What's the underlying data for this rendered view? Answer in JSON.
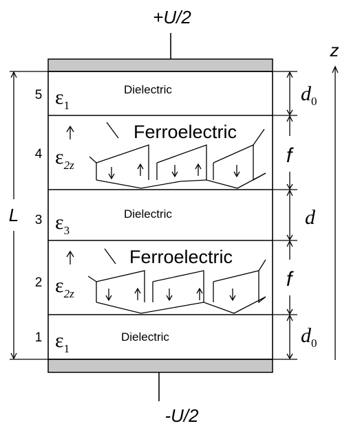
{
  "voltage_top": "+U/2",
  "voltage_bottom": "-U/2",
  "axis_z": "z",
  "length_label": "L",
  "layers": [
    {
      "number": "1",
      "eps": "ε",
      "eps_sub": "1",
      "material": "Dielectric",
      "thickness": "d",
      "thickness_sub": "0"
    },
    {
      "number": "2",
      "eps": "ε",
      "eps_sub": "2z",
      "material": "Ferroelectric",
      "thickness": "f",
      "thickness_sub": ""
    },
    {
      "number": "3",
      "eps": "ε",
      "eps_sub": "3",
      "material": "Dielectric",
      "thickness": "d",
      "thickness_sub": ""
    },
    {
      "number": "4",
      "eps": "ε",
      "eps_sub": "2z",
      "material": "Ferroelectric",
      "thickness": "f",
      "thickness_sub": ""
    },
    {
      "number": "5",
      "eps": "ε",
      "eps_sub": "1",
      "material": "Dielectric",
      "thickness": "d",
      "thickness_sub": "0"
    }
  ],
  "colors": {
    "electrode": "#c8c8c8",
    "ink": "#000000"
  }
}
